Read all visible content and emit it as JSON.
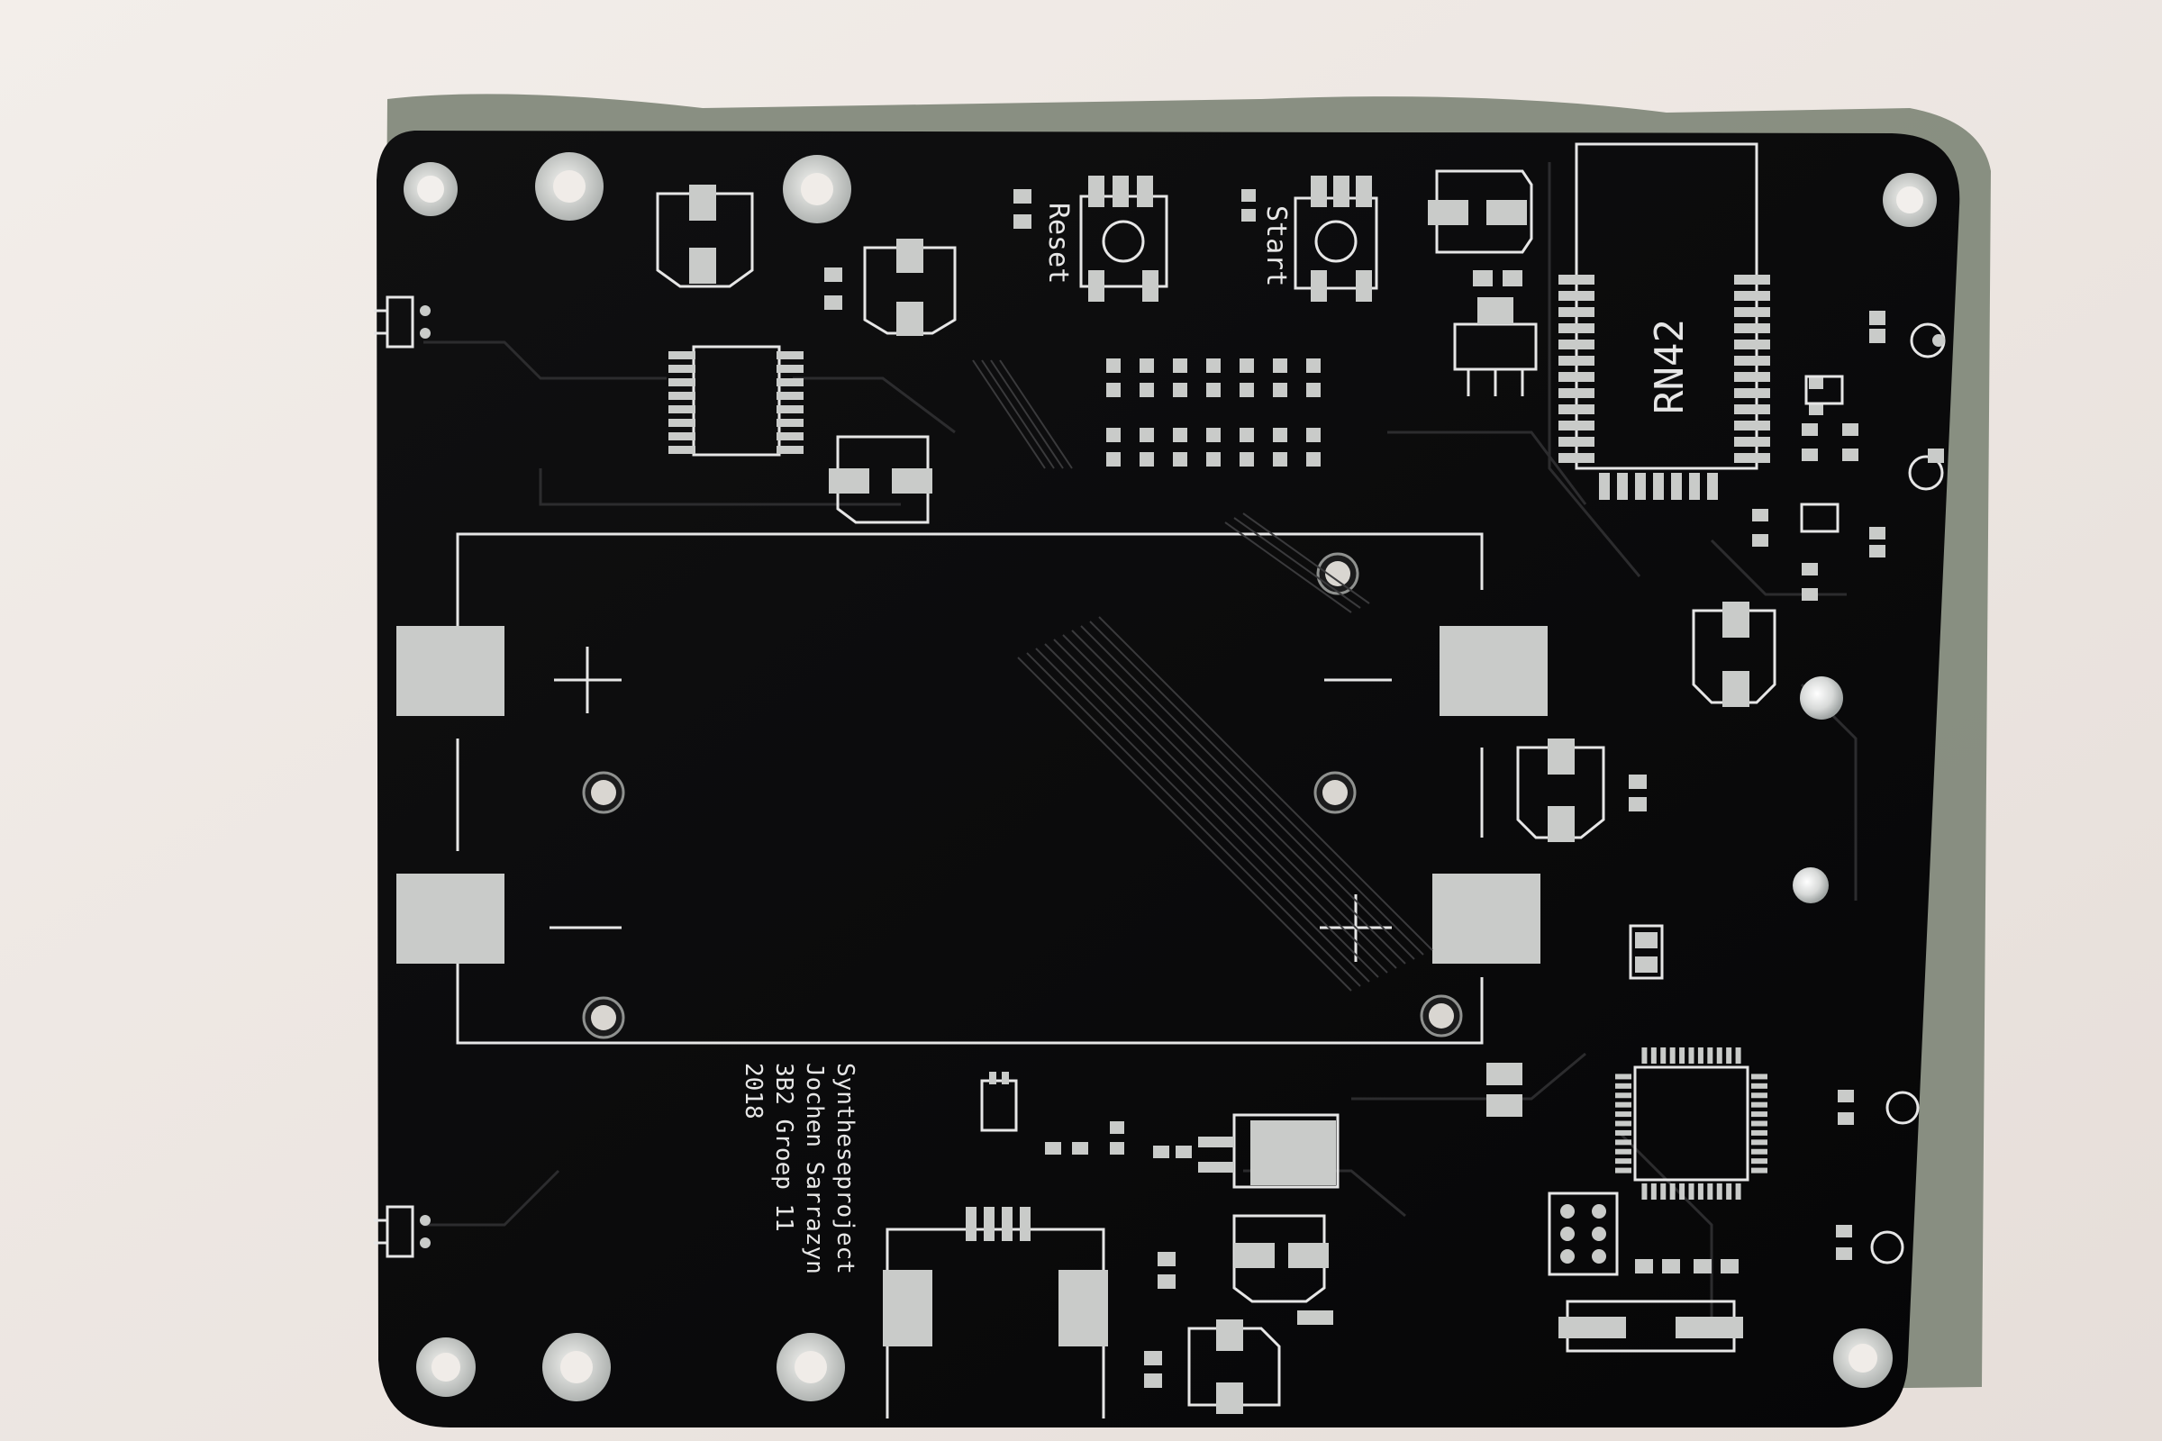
{
  "photo": {
    "background_color": "#efe9e6",
    "board_color": "#0b0b0c",
    "silk_color": "#e6e6e6",
    "pad_color": "#c9cbc9",
    "backing_sheet_color": "#7d8577"
  },
  "silkscreen": {
    "module_label": "RN42",
    "reset_label": "Reset",
    "start_label": "Start",
    "plus_sign": "+",
    "minus_sign": "—",
    "credits": [
      "Syntheseproject",
      "Jochen Sarrazyn",
      "3B2 Groep 11",
      "2018"
    ]
  },
  "components": {
    "mounting_holes": 8,
    "battery_holders": 2,
    "microcontroller": "QFP-44",
    "bluetooth_module": "RN42"
  }
}
